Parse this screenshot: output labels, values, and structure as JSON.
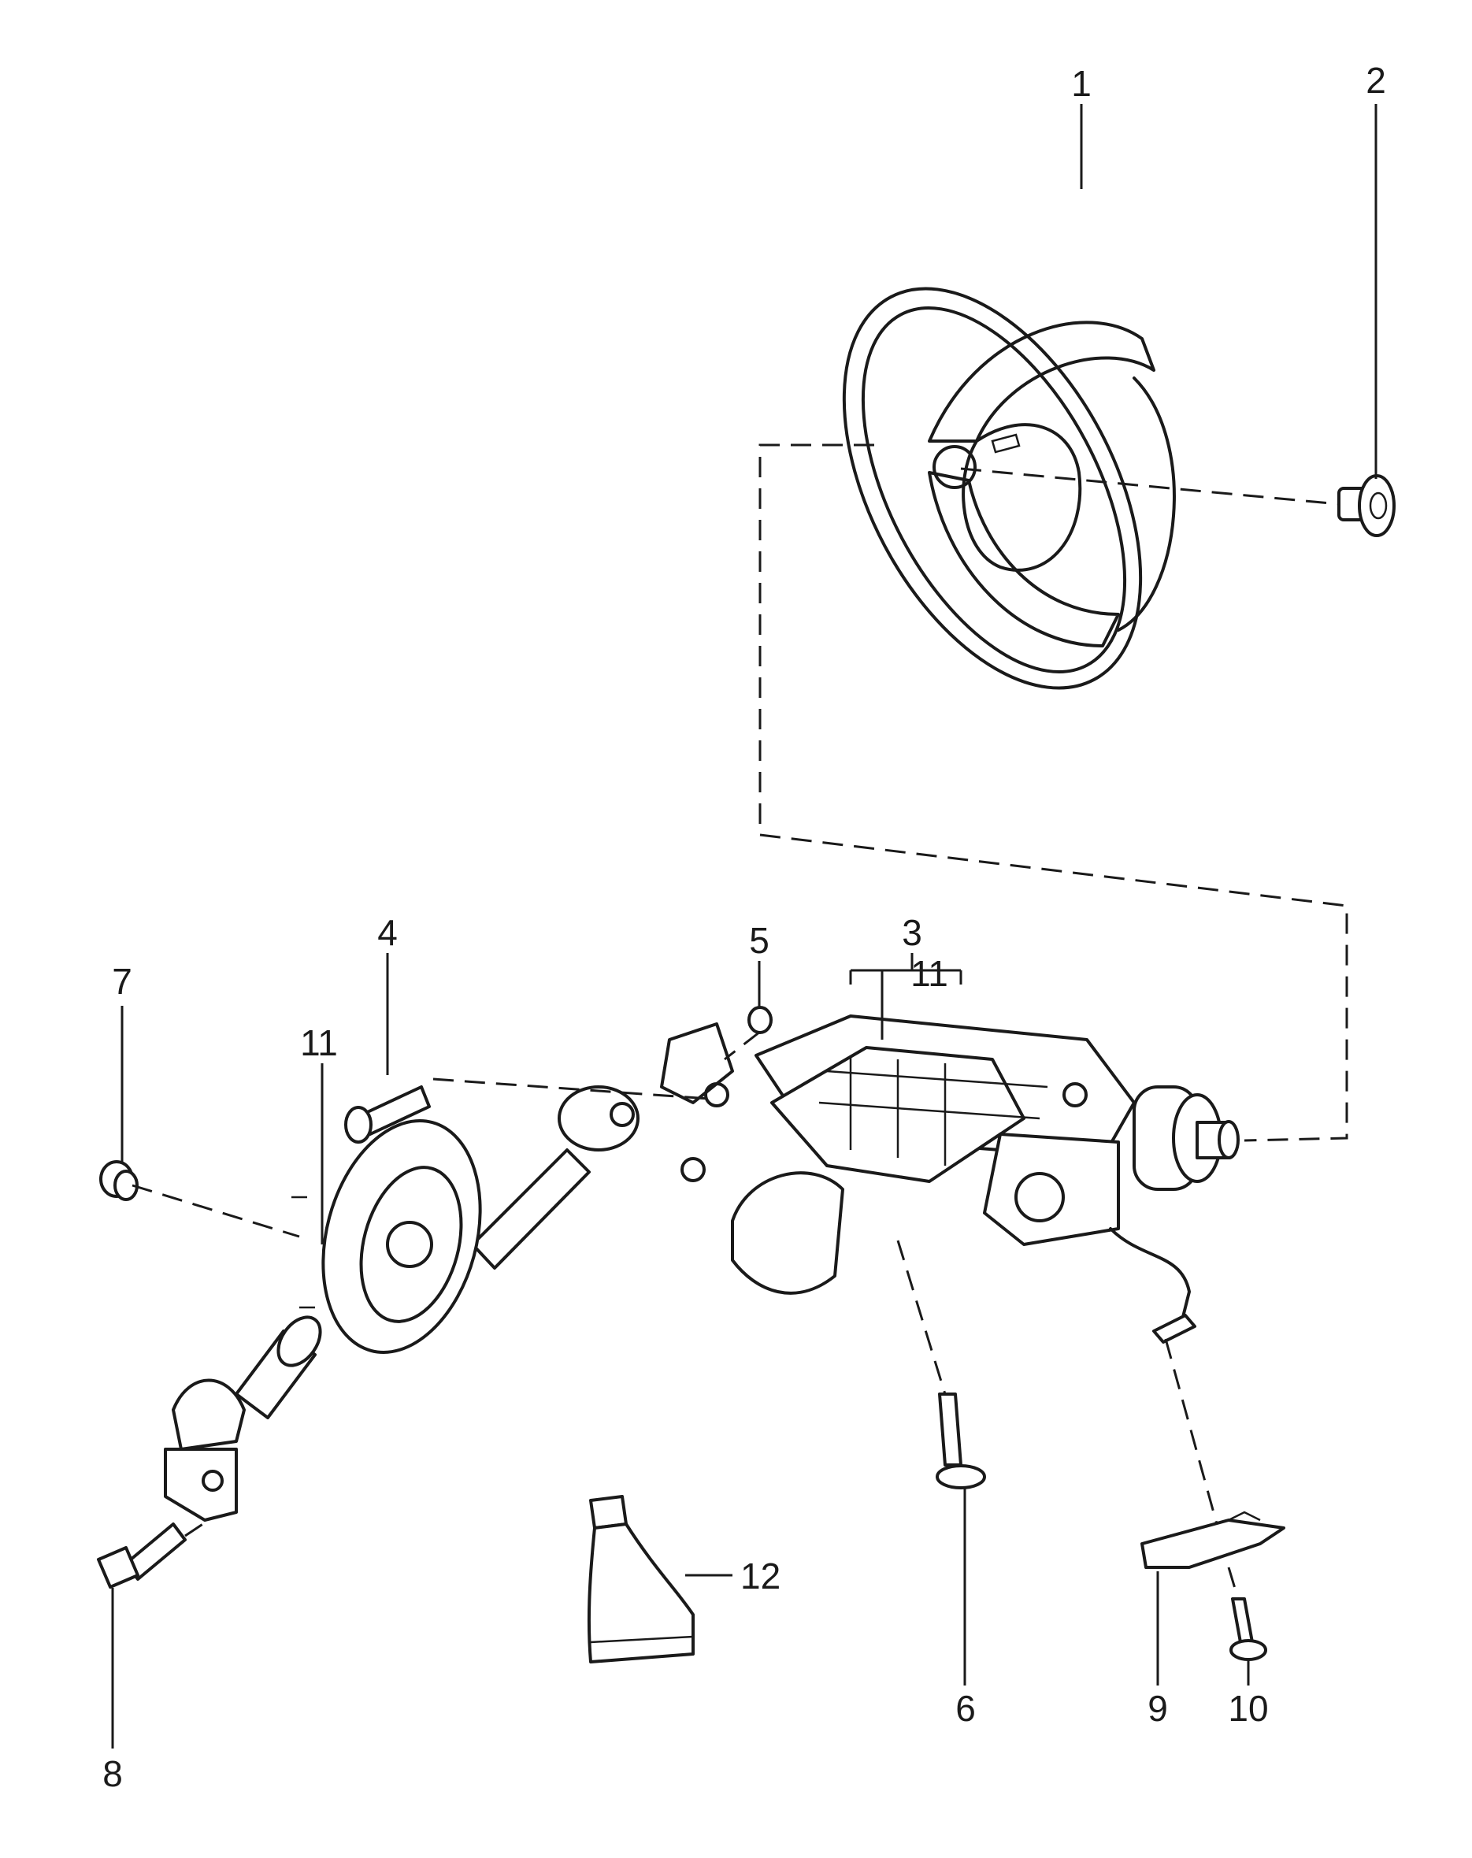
{
  "callouts": {
    "c1": "1",
    "c2": "2",
    "c3": "3",
    "c3_sub": "11",
    "c4": "4",
    "c5": "5",
    "c6": "6",
    "c7": "7",
    "c8": "8",
    "c9": "9",
    "c10": "10",
    "c11": "11",
    "c12": "12"
  },
  "colors": {
    "line": "#1a1a1a",
    "background": "#ffffff"
  }
}
